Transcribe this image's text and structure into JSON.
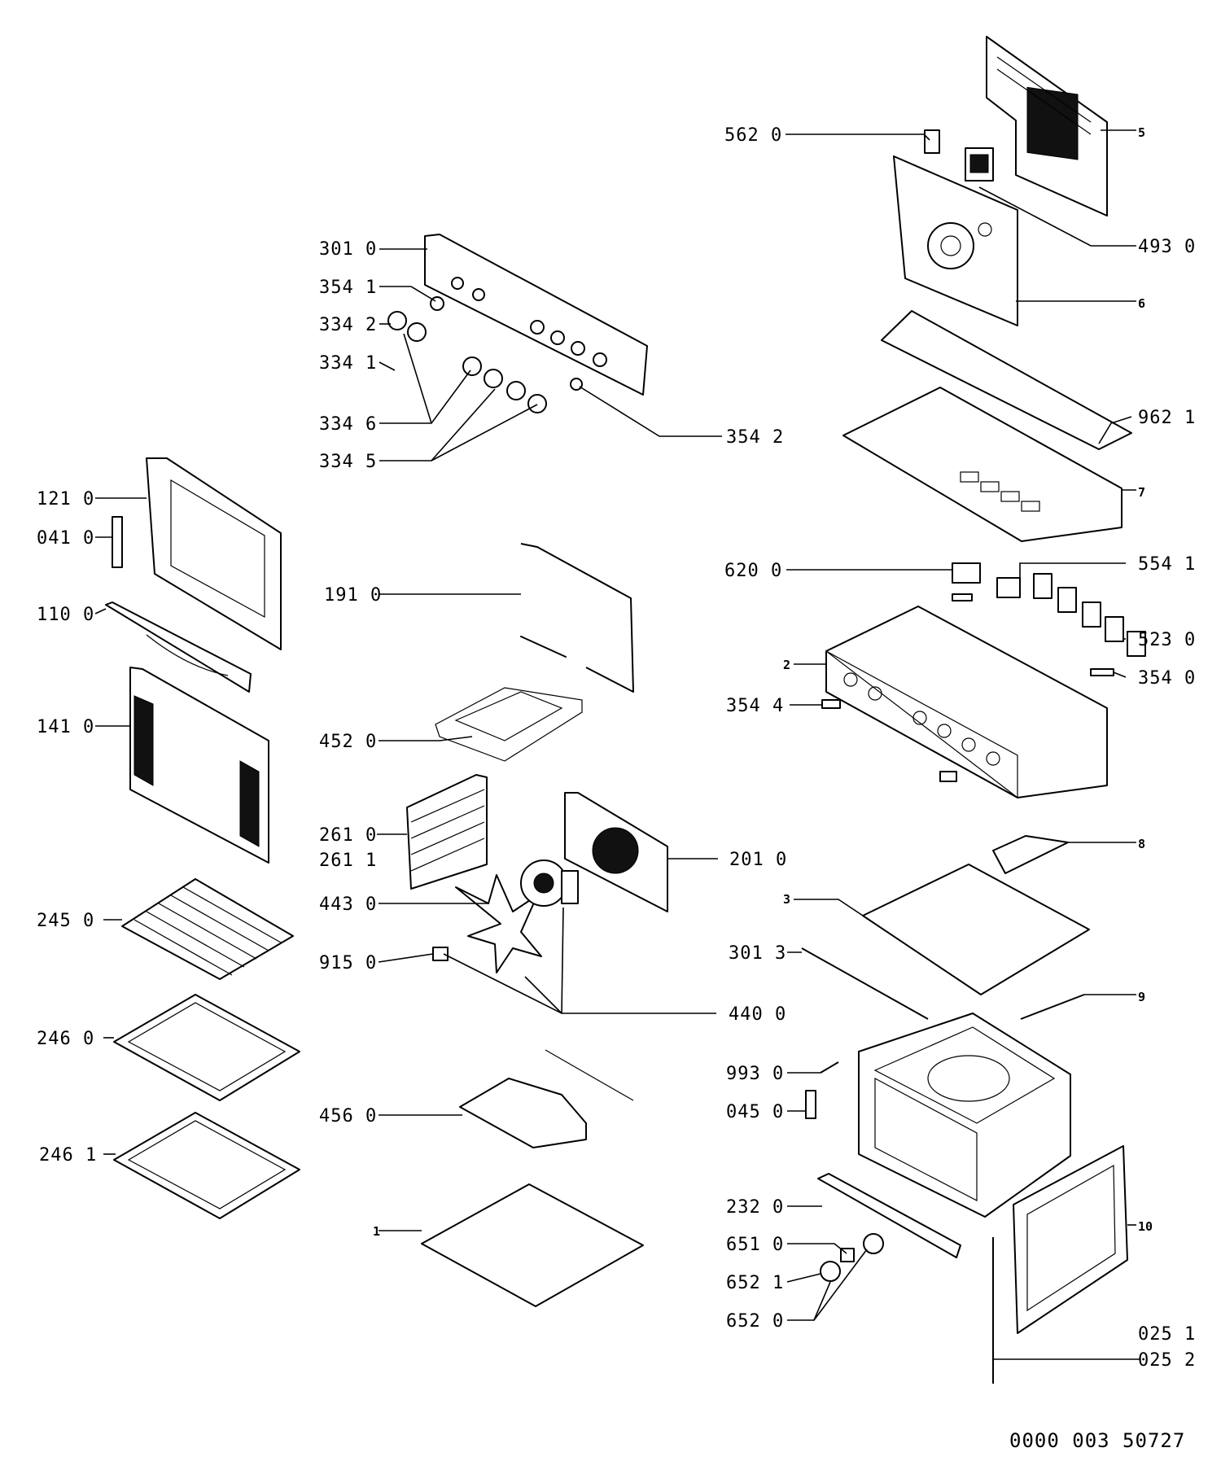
{
  "labels": {
    "l562_0": "562 0",
    "l493_0": "493 0",
    "l5": "5",
    "l6": "6",
    "l301_0": "301 0",
    "l354_1": "354 1",
    "l334_2": "334 2",
    "l334_1": "334 1",
    "l334_6": "334 6",
    "l334_5": "334 5",
    "l354_2": "354 2",
    "l962_1": "962 1",
    "l7": "7",
    "l121_0": "121 0",
    "l041_0": "041 0",
    "l110_0": "110 0",
    "l141_0": "141 0",
    "l191_0": "191 0",
    "l620_0": "620 0",
    "l554_1": "554 1",
    "l523_0": "523 0",
    "l2": "2",
    "l354_0": "354 0",
    "l354_4": "354 4",
    "l452_0": "452 0",
    "l261_0": "261 0",
    "l261_1": "261 1",
    "l201_0": "201 0",
    "l8": "8",
    "l3": "3",
    "l443_0": "443 0",
    "l245_0": "245 0",
    "l915_0": "915 0",
    "l301_3": "301 3",
    "l440_0": "440 0",
    "l9": "9",
    "l246_0": "246 0",
    "l993_0": "993 0",
    "l045_0": "045 0",
    "l456_0": "456 0",
    "l246_1": "246 1",
    "l232_0": "232 0",
    "l10": "10",
    "l1": "1",
    "l651_0": "651 0",
    "l652_1": "652 1",
    "l652_0": "652 0",
    "l025_1": "025 1",
    "l025_2": "025 2"
  },
  "reference_number": "0000 003 50727"
}
